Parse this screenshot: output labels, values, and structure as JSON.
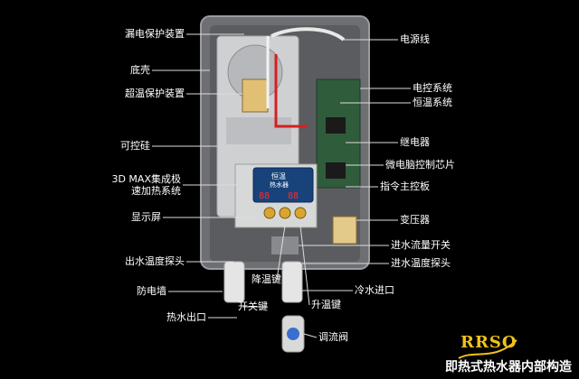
{
  "title": "即热式热水器内部构造",
  "logo_text": "RRSO",
  "watermark": "",
  "display": {
    "line1": "恒温",
    "line2": "热水器",
    "digits_left": "88",
    "digits_right": "88"
  },
  "labels": {
    "leakage_protection": "漏电保护装置",
    "base_shell": "底壳",
    "overtemp_protection": "超温保护装置",
    "thyristor": "可控硅",
    "heating_system_line1": "3D MAX集成极",
    "heating_system_line2": "速加热系统",
    "display_screen": "显示屏",
    "outlet_temp_probe": "出水温度探头",
    "anti_electric_wall": "防电墙",
    "hot_water_outlet": "热水出口",
    "power_key": "开关键",
    "temp_down_key": "降温键",
    "temp_up_key": "升温键",
    "flow_regulator": "调流阀",
    "power_cord": "电源线",
    "control_system": "电控系统",
    "constant_temp_system": "恒温系统",
    "relay": "继电器",
    "micro_chip": "微电脑控制芯片",
    "main_board": "指令主控板",
    "transformer": "变压器",
    "inflow_switch": "进水流量开关",
    "inlet_temp_probe": "进水温度探头",
    "cold_water_inlet": "冷水进口"
  },
  "colors": {
    "background": "#000000",
    "case": "#6d6f73",
    "pcb_green": "#2f5c3a",
    "display_blue": "#17437a",
    "digit_red": "#ff2a2a",
    "label_text": "#ffffff",
    "logo_gold": "#f1c21b"
  }
}
